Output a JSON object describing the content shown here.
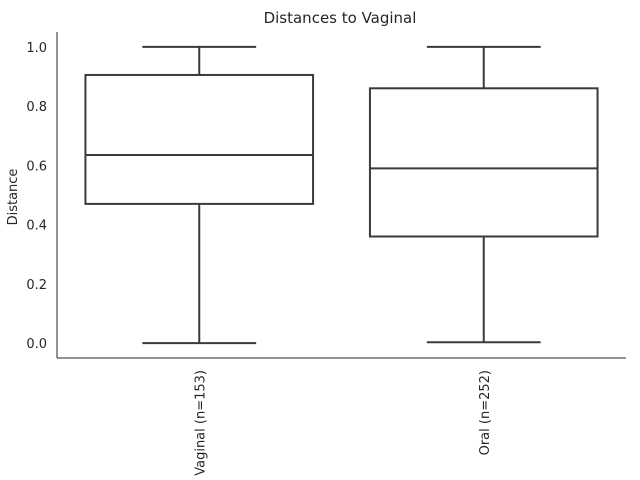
{
  "chart_data": {
    "type": "box",
    "title": "Distances to Vaginal",
    "xlabel": "",
    "ylabel": "Distance",
    "ylim": [
      -0.05,
      1.05
    ],
    "yticks": [
      0.0,
      0.2,
      0.4,
      0.6,
      0.8,
      1.0
    ],
    "ytick_labels": [
      "0.0",
      "0.2",
      "0.4",
      "0.6",
      "0.8",
      "1.0"
    ],
    "grid": false,
    "categories": [
      "Vaginal (n=153)",
      "Oral (n=252)"
    ],
    "boxes": [
      {
        "label": "Vaginal (n=153)",
        "whisker_low": 0.0,
        "q1": 0.47,
        "median": 0.635,
        "q3": 0.905,
        "whisker_high": 1.0
      },
      {
        "label": "Oral (n=252)",
        "whisker_low": 0.003,
        "q1": 0.36,
        "median": 0.59,
        "q3": 0.86,
        "whisker_high": 1.0
      }
    ],
    "colors": {
      "line": "#3a3a3a",
      "fill": "#ffffff"
    }
  }
}
